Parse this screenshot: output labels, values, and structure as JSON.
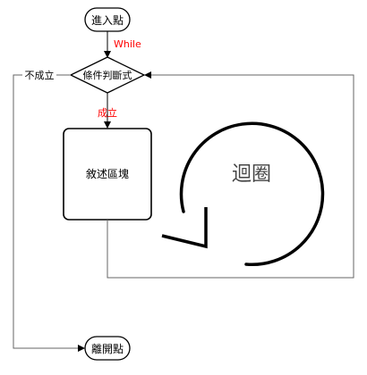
{
  "nodes": {
    "entry": "進入點",
    "condition": "條件判斷式",
    "block": "敘述區塊",
    "exit": "離開點"
  },
  "labels": {
    "while": "While",
    "false_branch": "不成立",
    "true_branch": "成立",
    "loop": "迴圈"
  },
  "colors": {
    "line": "#000000",
    "connector": "#666666",
    "highlight": "#ff0000",
    "loop_text": "#444444"
  }
}
